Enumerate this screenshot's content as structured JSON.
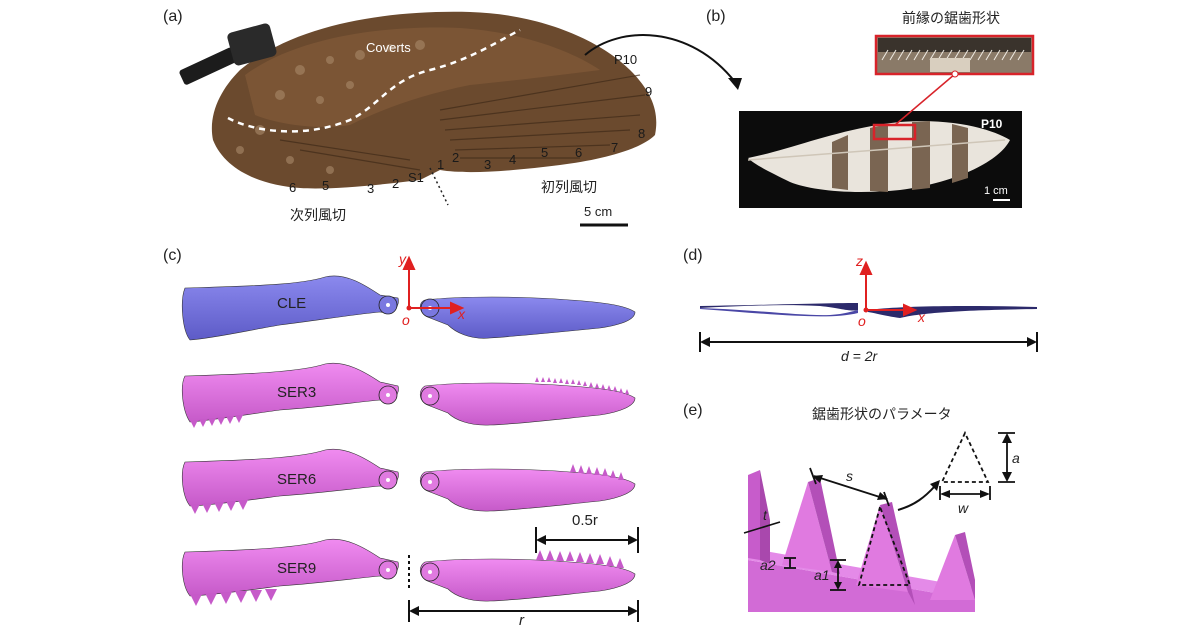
{
  "panels": {
    "a": {
      "label": "(a)",
      "coverts_label": "Coverts",
      "primaries_label": "初列風切",
      "secondaries_label": "次列風切",
      "scale_label": "5 cm",
      "feather_numbers": {
        "p10": "P10",
        "p9": "9",
        "p8": "8",
        "p7": "7",
        "p6": "6",
        "p5": "5",
        "p4": "4",
        "p3": "3",
        "p2": "2",
        "p1": "1",
        "s1": "S1",
        "s2": "2",
        "s3": "3",
        "s5": "5",
        "s6": "6"
      }
    },
    "b": {
      "label": "(b)",
      "title": "前縁の鋸歯形状",
      "feather_id": "P10",
      "scale_label": "1 cm"
    },
    "c": {
      "label": "(c)",
      "models": [
        "CLE",
        "SER3",
        "SER6",
        "SER9"
      ],
      "axis_y": "y",
      "axis_x": "x",
      "origin": "o",
      "half_r_label": "0.5r",
      "r_label": "r"
    },
    "d": {
      "label": "(d)",
      "axis_z": "z",
      "axis_x": "x",
      "origin": "o",
      "diameter_label": "d = 2r"
    },
    "e": {
      "label": "(e)",
      "title": "鋸歯形状のパラメータ",
      "params": {
        "s": "s",
        "t": "t",
        "a": "a",
        "w": "w",
        "a1": "a1",
        "a2": "a2"
      }
    }
  },
  "colors": {
    "wing_brown": "#6b4a2e",
    "cle_blue": "#7a78e0",
    "ser_magenta": "#e07ae0",
    "ser_pink": "#d36fd6",
    "axis_red": "#e02020",
    "highlight_red": "#d8232a"
  }
}
